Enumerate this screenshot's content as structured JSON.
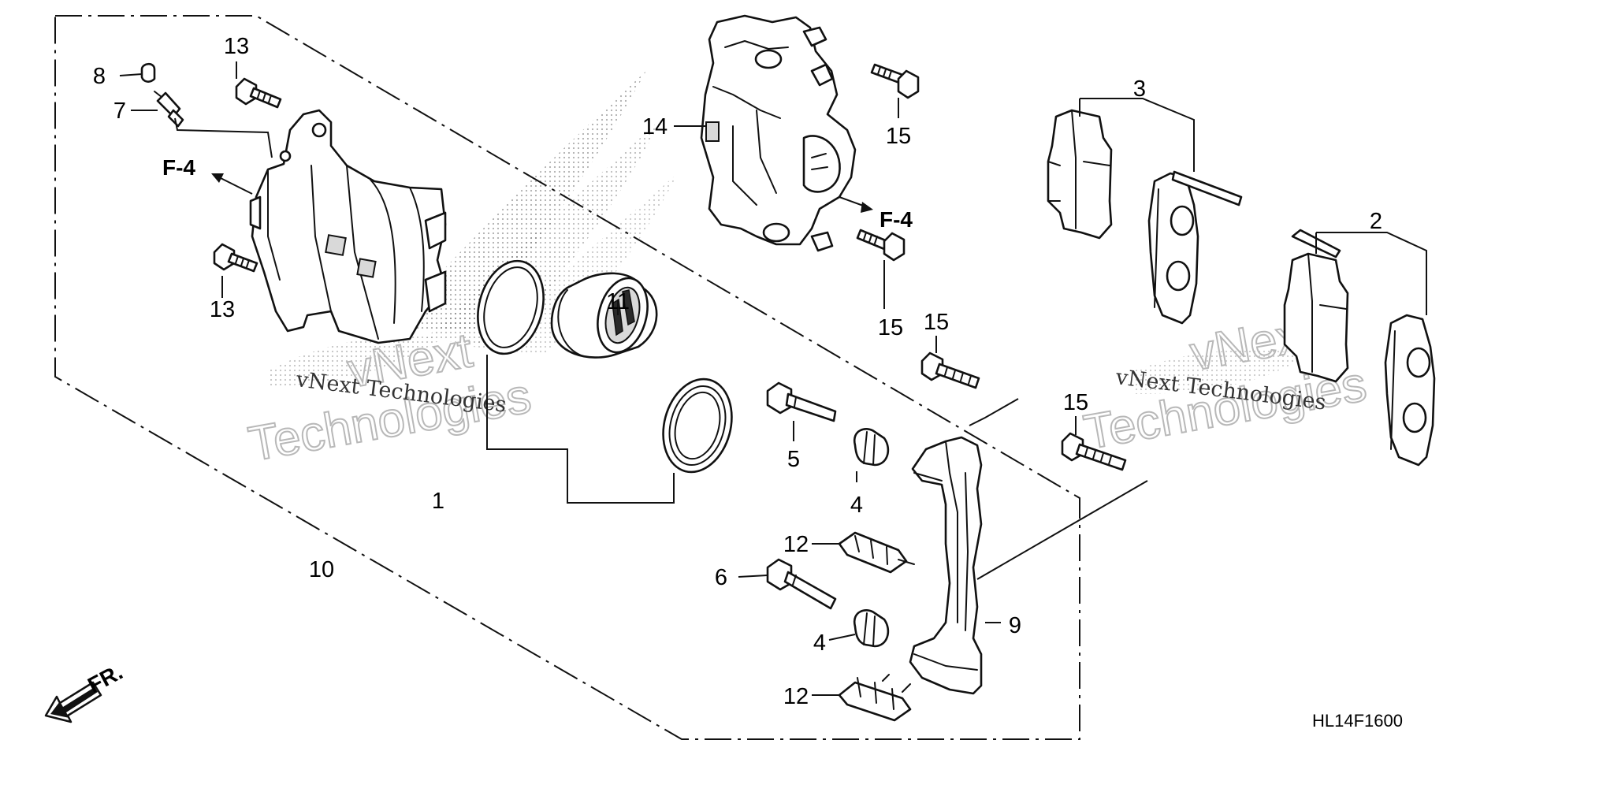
{
  "diagram": {
    "code": "HL14F1600",
    "front_label": "FR.",
    "ref_labels": [
      "F-4",
      "F-4"
    ],
    "part_numbers": [
      "1",
      "2",
      "3",
      "4",
      "4",
      "5",
      "6",
      "7",
      "8",
      "9",
      "10",
      "11",
      "12",
      "12",
      "13",
      "13",
      "14",
      "15",
      "15",
      "15",
      "15"
    ]
  },
  "watermark": {
    "brand_line1": "vNext",
    "brand_line2": "Technologies",
    "caption": "vNext Technologies"
  },
  "icons": {
    "front_arrow": "front-direction-arrow-icon",
    "ref_arrow": "reference-arrow-icon"
  }
}
